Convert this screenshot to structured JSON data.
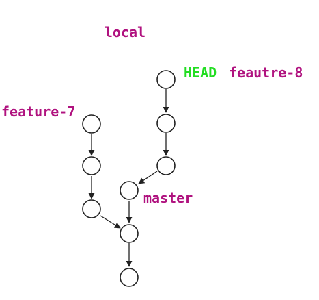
{
  "title": "local",
  "labels": {
    "head": "HEAD",
    "feature8": "feautre-8",
    "feature7": "feature-7",
    "master": "master"
  },
  "colors": {
    "branch_label": "#b0127f",
    "head_label": "#22dd22",
    "node_stroke": "#222222",
    "node_fill": "#ffffff",
    "edge": "#222222"
  }
}
